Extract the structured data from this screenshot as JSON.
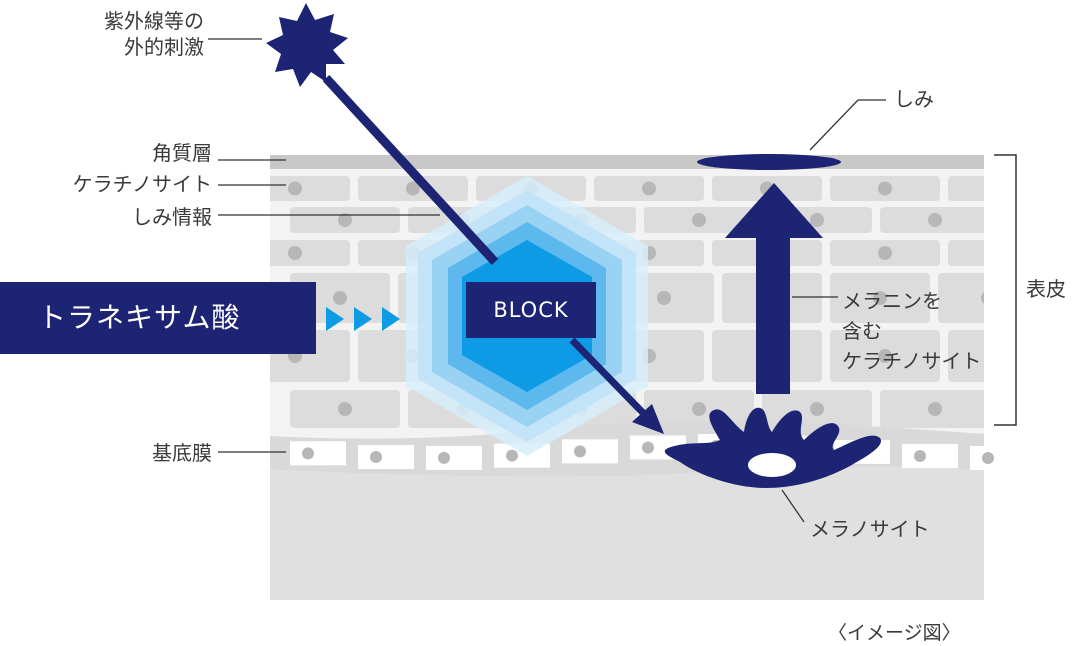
{
  "stimulus_label": "紫外線等の\n外的刺激",
  "layers": {
    "stratum_corneum": "角質層",
    "keratinocyte": "ケラチノサイト",
    "spot_info": "しみ情報",
    "basement_membrane": "基底膜"
  },
  "spot_label": "しみ",
  "epidermis_label": "表皮",
  "melanin_keratinocyte_label": "メラニンを\n含む\nケラチノサイト",
  "melanocyte_label": "メラノサイト",
  "tranexamic_label": "トラネキサム酸",
  "block_label": "BLOCK",
  "image_note": "〈イメージ図〉",
  "colors": {
    "navy": "#1c2473",
    "blue": "#0e9be6",
    "light_blue": "#b9e4f8",
    "skin_gray": "#e0e0e0",
    "cell_gray": "#d9d9d9",
    "nucleus_gray": "#b7b7b7"
  }
}
